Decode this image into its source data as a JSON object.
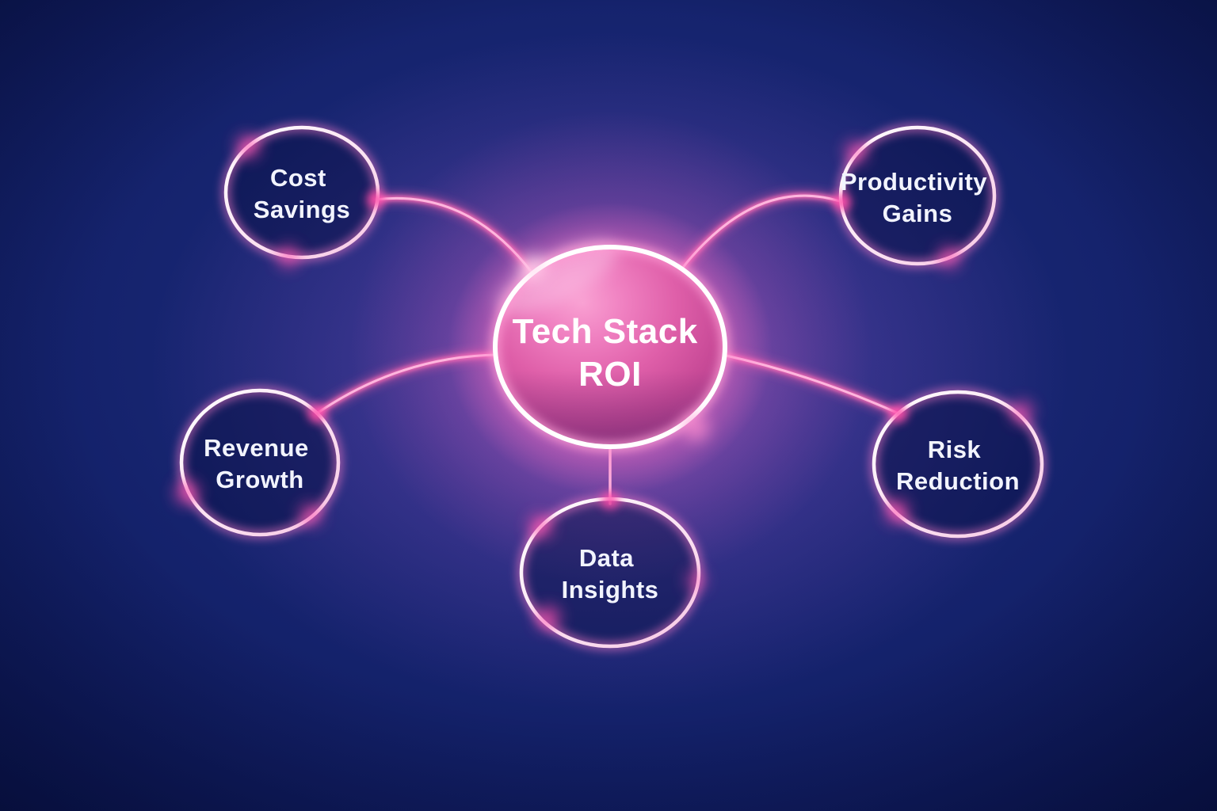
{
  "diagram": {
    "type": "mindmap",
    "title": "Tech Stack ROI",
    "center_node": {
      "id": "tech-stack-roi",
      "label": "Tech Stack ROI",
      "line1": "Tech Stack",
      "line2": "ROI",
      "fill_color": "#df5fa9"
    },
    "nodes": [
      {
        "id": "cost-savings",
        "label": "Cost Savings",
        "line1": "Cost",
        "line2": "Savings",
        "position": "top-left"
      },
      {
        "id": "productivity-gains",
        "label": "Productivity Gains",
        "line1": "Productivity",
        "line2": "Gains",
        "position": "top-right"
      },
      {
        "id": "revenue-growth",
        "label": "Revenue Growth",
        "line1": "Revenue",
        "line2": "Growth",
        "position": "bottom-left"
      },
      {
        "id": "risk-reduction",
        "label": "Risk Reduction",
        "line1": "Risk",
        "line2": "Reduction",
        "position": "bottom-right"
      },
      {
        "id": "data-insights",
        "label": "Data Insights",
        "line1": "Data",
        "line2": "Insights",
        "position": "bottom-center"
      }
    ],
    "edges": [
      {
        "from": "tech-stack-roi",
        "to": "cost-savings"
      },
      {
        "from": "tech-stack-roi",
        "to": "productivity-gains"
      },
      {
        "from": "tech-stack-roi",
        "to": "revenue-growth"
      },
      {
        "from": "tech-stack-roi",
        "to": "risk-reduction"
      },
      {
        "from": "tech-stack-roi",
        "to": "data-insights"
      }
    ],
    "colors": {
      "background_navy": "#10206b",
      "background_corner": "#081245",
      "glow_purple": "#7b52b8",
      "connector_pink": "#ff6fb8",
      "ring_white": "#ffffff",
      "ring_glow_pink": "#ff7ec9",
      "center_pink_highlight": "#f9a0d2",
      "center_pink_dark": "#a63b8a",
      "label_text": "#f2f4ff"
    }
  }
}
